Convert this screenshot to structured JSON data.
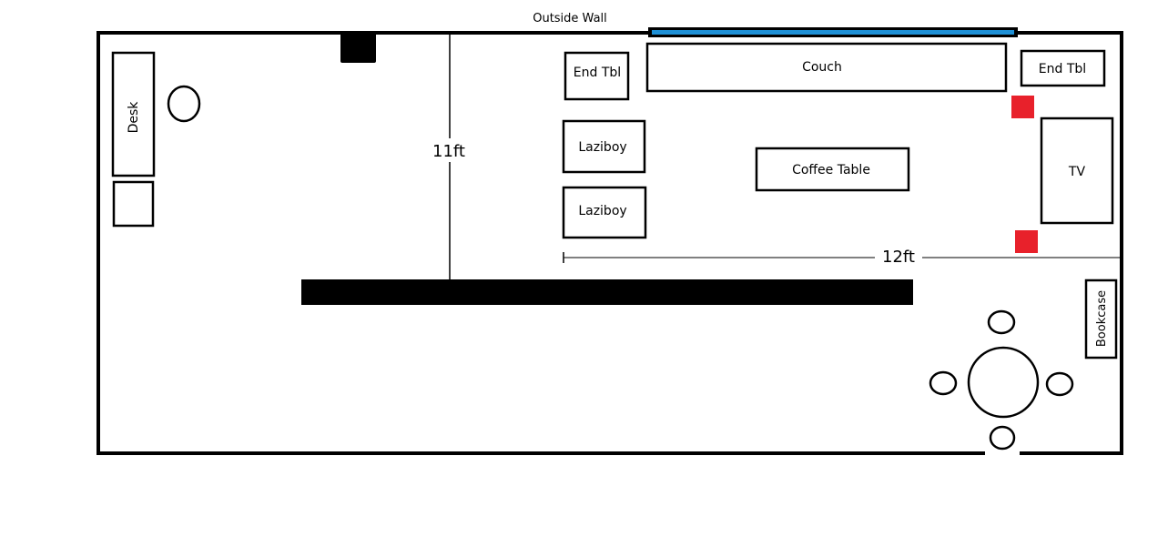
{
  "labels": {
    "outside_wall": "Outside Wall",
    "desk": "Desk",
    "end_table_left": "End Tbl",
    "end_table_right": "End Tbl",
    "couch": "Couch",
    "laziboy_top": "Laziboy",
    "laziboy_bottom": "Laziboy",
    "coffee_table": "Coffee Table",
    "tv": "TV",
    "bookcase": "Bookcase",
    "dimension_height": "11ft",
    "dimension_width": "12ft"
  },
  "colors": {
    "window": "#1e90d6",
    "outlet": "#e8212b",
    "wall": "#000000"
  }
}
